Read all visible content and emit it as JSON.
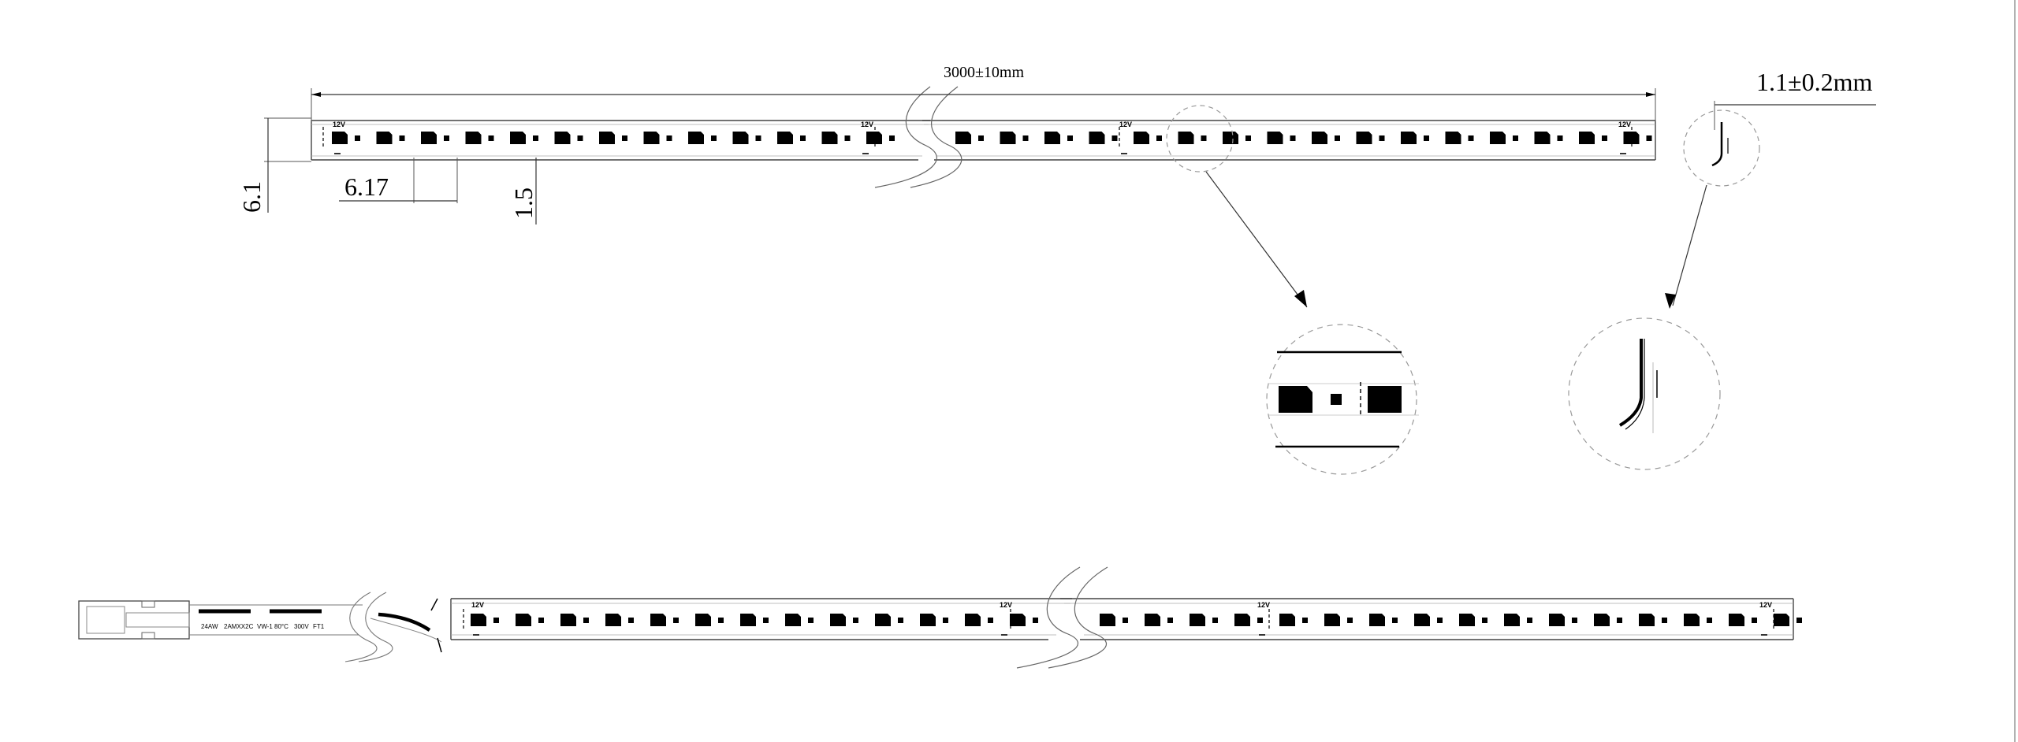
{
  "dimensions": {
    "length": "3000±10mm",
    "thickness": "1.1±0.2mm",
    "width": "6.1",
    "pitch": "6.17",
    "gap": "1.5"
  },
  "strip": {
    "voltage_label": "12V",
    "polarity_minus": "−"
  },
  "cable_marking": [
    "24AW",
    "2AMXX2C",
    "VW-1",
    "80°C",
    "300V",
    "FT1"
  ]
}
